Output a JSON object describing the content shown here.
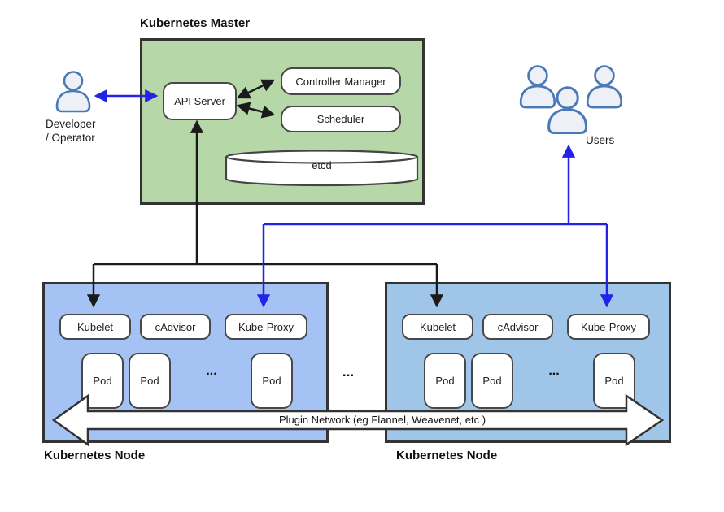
{
  "diagram": {
    "master": {
      "title": "Kubernetes Master",
      "api_server": "API Server",
      "controller_manager": "Controller Manager",
      "scheduler": "Scheduler",
      "etcd": "etcd"
    },
    "developer": {
      "line1": "Developer",
      "line2": "/ Operator"
    },
    "users_label": "Users",
    "nodes": [
      {
        "title": "Kubernetes Node",
        "kubelet": "Kubelet",
        "cadvisor": "cAdvisor",
        "kube_proxy": "Kube-Proxy",
        "pods": [
          "Pod",
          "Pod",
          "Pod"
        ],
        "pods_ellipsis": "..."
      },
      {
        "title": "Kubernetes Node",
        "kubelet": "Kubelet",
        "cadvisor": "cAdvisor",
        "kube_proxy": "Kube-Proxy",
        "pods": [
          "Pod",
          "Pod",
          "Pod"
        ],
        "pods_ellipsis": "..."
      }
    ],
    "between_nodes_ellipsis": "...",
    "plugin_network_label": "Plugin Network (eg Flannel, Weavenet, etc )",
    "icons": {
      "developer": "person-icon",
      "users": "user-group-icon",
      "etcd": "database-cylinder-icon"
    },
    "colors": {
      "master_fill": "#b6d7a8",
      "node_left_fill": "#a4c2f4",
      "node_right_fill": "#9fc5e8",
      "arrow_black": "#1a1a1a",
      "arrow_blue": "#2323e8",
      "person_stroke": "#4a7ab5",
      "person_fill": "#edf1f7"
    }
  }
}
